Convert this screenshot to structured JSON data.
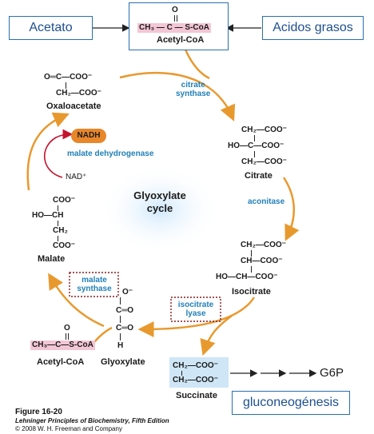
{
  "top": {
    "acetato_label": "Acetato",
    "acidos_label": "Acidos grasos",
    "acetylcoa_center_formula": "CH₃ — C — S-CoA",
    "acetylcoa_center_o": "O",
    "acetylcoa_center_name": "Acetyl-CoA"
  },
  "compounds": {
    "oxaloacetate_line1": "O═C—COO⁻",
    "oxaloacetate_line2": "CH₂—COO⁻",
    "oxaloacetate_name": "Oxaloacetate",
    "citrate_line1": "CH₂—COO⁻",
    "citrate_line2": "HO—C—COO⁻",
    "citrate_line3": "CH₂—COO⁻",
    "citrate_name": "Citrate",
    "isocitrate_line1": "CH₂—COO⁻",
    "isocitrate_line2": "CH—COO⁻",
    "isocitrate_line3": "HO—CH—COO⁻",
    "isocitrate_name": "Isocitrate",
    "malate_line1": "COO⁻",
    "malate_line2": "HO—CH",
    "malate_line3": "CH₂",
    "malate_line4": "COO⁻",
    "malate_name": "Malate",
    "glyoxylate_line1": "O⁻",
    "glyoxylate_line2": "C═O",
    "glyoxylate_line3": "C═O",
    "glyoxylate_line4": "H",
    "glyoxylate_name": "Glyoxylate",
    "acetylcoa_bottom_o": "O",
    "acetylcoa_bottom_formula": "CH₃—C—S-CoA",
    "acetylcoa_bottom_name": "Acetyl-CoA",
    "succinate_line1": "CH₂—COO⁻",
    "succinate_line2": "CH₂—COO⁻",
    "succinate_name": "Succinate"
  },
  "enzymes": {
    "citrate_synthase": [
      "citrate",
      "synthase"
    ],
    "aconitase": "aconitase",
    "isocitrate_lyase": [
      "isocitrate",
      "lyase"
    ],
    "malate_synthase": [
      "malate",
      "synthase"
    ],
    "malate_dehydrogenase": "malate dehydrogenase"
  },
  "cofactors": {
    "nadh": "NADH",
    "nad": "NAD⁺"
  },
  "cycle_title": [
    "Glyoxylate",
    "cycle"
  ],
  "products": {
    "g6p": "G6P",
    "gluconeogenesis": "gluconeogénesis"
  },
  "caption": {
    "figure": "Figure 16-20",
    "book": "Lehninger Principles of Biochemistry, Fifth Edition",
    "copyright": "© 2008 W. H. Freeman and Company"
  },
  "colors": {
    "cycle_arrow": "#e8992e",
    "enzyme_text": "#1f7fb8",
    "box_border": "#2a6fb0",
    "nadh_fill": "#e8862a",
    "nad_arrow": "#c4132e",
    "highlight_pink": "#f3c6d5",
    "succinate_blue": "#cfe6f6"
  }
}
